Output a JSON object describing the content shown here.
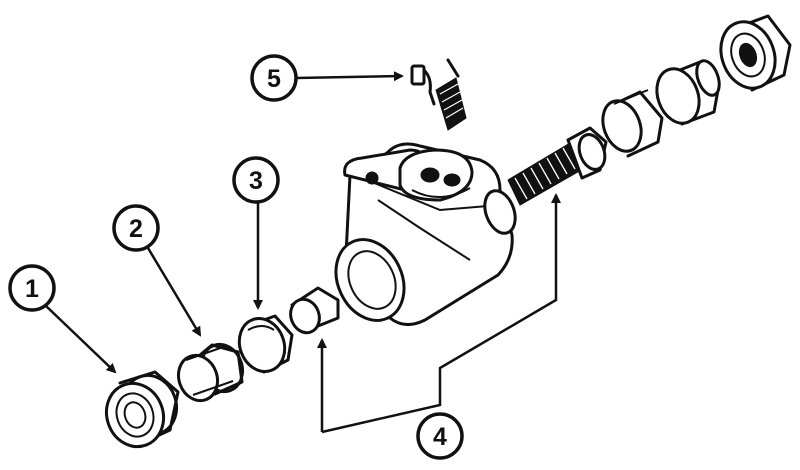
{
  "callouts": [
    {
      "id": "1",
      "label": "1"
    },
    {
      "id": "2",
      "label": "2"
    },
    {
      "id": "3",
      "label": "3"
    },
    {
      "id": "4",
      "label": "4"
    },
    {
      "id": "5",
      "label": "5"
    }
  ],
  "colors": {
    "ink": "#111111",
    "paper": "#ffffff"
  }
}
